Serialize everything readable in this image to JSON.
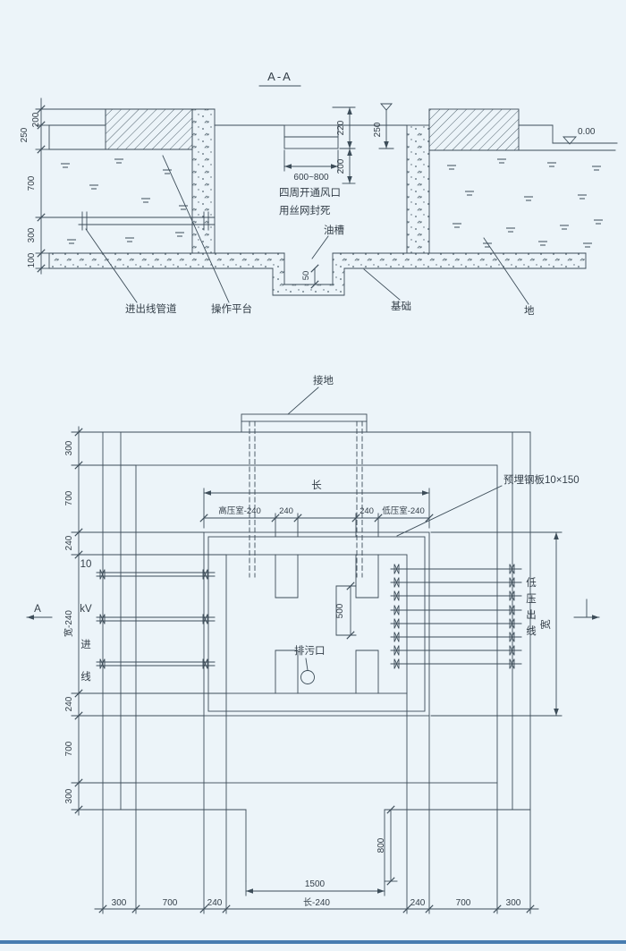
{
  "drawing": {
    "bg": "#ecf4f9",
    "ink": "#3d4d59",
    "footer_bar": "#477cb0"
  },
  "section": {
    "title": "A-A",
    "elevation": "0.00",
    "dims_left": [
      "200",
      "250",
      "700",
      "300",
      "100"
    ],
    "dim_220": "220",
    "dim_250": "250",
    "dim_200": "200",
    "dim_width_range": "600~800",
    "note_vent_line1": "四周开通风口",
    "note_vent_line2": "用丝网封死",
    "label_oil_groove": "油槽",
    "dim_50": "50",
    "label_conduit": "进出线管道",
    "label_platform": "操作平台",
    "label_foundation": "基础",
    "label_ground": "地"
  },
  "plan": {
    "label_grounding": "接地",
    "dim_length": "长",
    "room_hv": "高压室-240",
    "dim_240_left": "240",
    "dim_240_right": "240",
    "room_lv": "低压室-240",
    "label_embedded_plate": "预埋钢板10×150",
    "dims_left": [
      "300",
      "700",
      "240",
      "宽-240",
      "240",
      "700",
      "300"
    ],
    "dims_bottom": [
      "300",
      "700",
      "240",
      "长-240",
      "240",
      "700",
      "300"
    ],
    "label_incoming": [
      "10",
      "kV",
      "进",
      "线"
    ],
    "label_outgoing": [
      "低",
      "压",
      "出",
      "线"
    ],
    "dim_width": "宽",
    "dim_500": "500",
    "label_drain": "排污口",
    "dim_800": "800",
    "dim_1500": "1500",
    "marker_a": "A"
  }
}
